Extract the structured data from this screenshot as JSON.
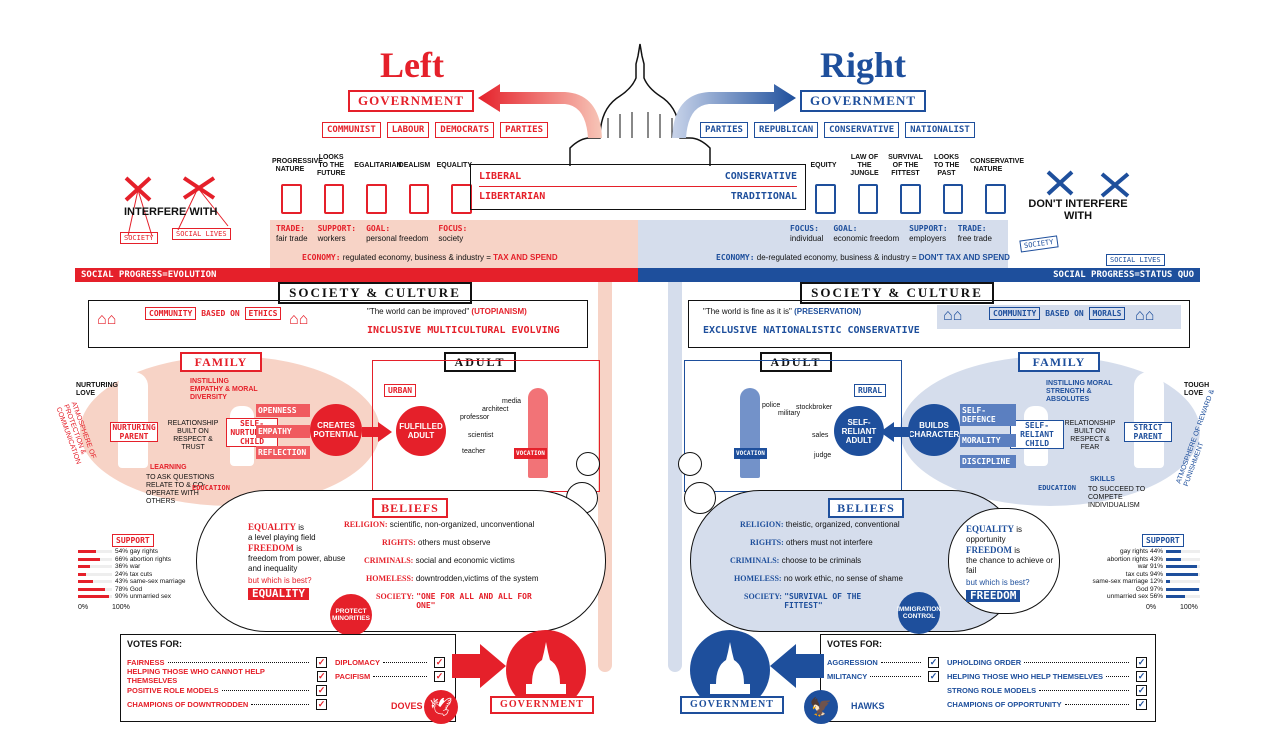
{
  "titles": {
    "left": "Left",
    "right": "Right"
  },
  "government": "GOVERNMENT",
  "left_parties": [
    "COMMUNIST",
    "LABOUR",
    "DEMOCRATS",
    "PARTIES"
  ],
  "right_parties": [
    "PARTIES",
    "REPUBLICAN",
    "CONSERVATIVE",
    "NATIONALIST"
  ],
  "left_pillars": [
    "PROGRESSIVE NATURE",
    "LOOKS TO THE FUTURE",
    "EGALITARIAN",
    "IDEALISM",
    "EQUALITY"
  ],
  "right_pillars": [
    "EQUITY",
    "LAW OF THE JUNGLE",
    "SURVIVAL OF THE FITTEST",
    "LOOKS TO THE PAST",
    "CONSERVATIVE NATURE"
  ],
  "ideologies": {
    "liberal": "LIBERAL",
    "libertarian": "LIBERTARIAN",
    "conservative": "CONSERVATIVE",
    "traditional": "TRADITIONAL"
  },
  "interfere": {
    "left": "INTERFERE WITH",
    "right": "DON'T INTERFERE WITH",
    "society": "SOCIETY",
    "social_lives": "SOCIAL LIVES"
  },
  "left_facts": [
    {
      "k": "TRADE:",
      "v": "fair trade"
    },
    {
      "k": "SUPPORT:",
      "v": "workers"
    },
    {
      "k": "GOAL:",
      "v": "personal freedom"
    },
    {
      "k": "FOCUS:",
      "v": "society"
    }
  ],
  "right_facts": [
    {
      "k": "FOCUS:",
      "v": "individual"
    },
    {
      "k": "GOAL:",
      "v": "economic freedom"
    },
    {
      "k": "SUPPORT:",
      "v": "employers"
    },
    {
      "k": "TRADE:",
      "v": "free trade"
    }
  ],
  "economy": {
    "left_label": "ECONOMY:",
    "left_text": "regulated economy, business & industry =",
    "left_em": "TAX AND SPEND",
    "right_label": "ECONOMY:",
    "right_text": "de-regulated economy, business & industry =",
    "right_em": "DON'T TAX AND SPEND"
  },
  "social_progress": {
    "left": "SOCIAL PROGRESS=EVOLUTION",
    "right": "SOCIAL PROGRESS=STATUS QUO"
  },
  "society_culture": "SOCIETY & CULTURE",
  "left_society": {
    "community": "COMMUNITY",
    "based_on": "BASED ON",
    "basis": "ETHICS",
    "quote": "\"The world can be improved\"",
    "quote_em": "(UTOPIANISM)",
    "values": "INCLUSIVE  MULTICULTURAL  EVOLVING"
  },
  "right_society": {
    "community": "COMMUNITY",
    "based_on": "BASED ON",
    "basis": "MORALS",
    "quote": "\"The world is fine as it is\"",
    "quote_em": "(PRESERVATION)",
    "values": "EXCLUSIVE  NATIONALISTIC  CONSERVATIVE"
  },
  "family": "FAMILY",
  "adult": "ADULT",
  "left_family": {
    "nurturing_love": "NURTURING LOVE",
    "instill": "INSTILLING EMPATHY & MORAL DIVERSITY",
    "parent": "NURTURING PARENT",
    "relationship": "RELATIONSHIP BUILT ON RESPECT & TRUST",
    "child": "SELF-NURTURING CHILD",
    "traits": [
      "OPENNESS",
      "EMPATHY",
      "REFLECTION"
    ],
    "learning": "LEARNING",
    "learning_text": "TO ASK QUESTIONS RELATE TO & CO-OPERATE WITH OTHERS",
    "education": "EDUCATION",
    "atmosphere": "ATMOSPHERE OF PROTECTION & COMMUNICATION",
    "creates": "CREATES POTENTIAL"
  },
  "right_family": {
    "tough_love": "TOUGH LOVE",
    "instill": "INSTILLING MORAL STRENGTH & ABSOLUTES",
    "parent": "STRICT PARENT",
    "relationship": "RELATIONSHIP BUILT ON RESPECT & FEAR",
    "child": "SELF-RELIANT CHILD",
    "traits": [
      "SELF-DEFENCE",
      "MORALITY",
      "DISCIPLINE"
    ],
    "skills": "SKILLS",
    "skills_text": "TO SUCCEED TO COMPETE INDIVIDUALISM",
    "education": "EDUCATION",
    "atmosphere": "ATMOSPHERE OF REWARD & PUNISHMENT",
    "builds": "BUILDS CHARACTER"
  },
  "left_adult": {
    "setting": "URBAN",
    "result": "FULFILLED ADULT",
    "jobs": [
      "architect",
      "media",
      "professor",
      "scientist",
      "teacher"
    ],
    "bag": "VOCATION"
  },
  "right_adult": {
    "setting": "RURAL",
    "result": "SELF-RELIANT ADULT",
    "jobs": [
      "police",
      "military",
      "stockbroker",
      "sales",
      "judge"
    ],
    "bag": "VOCATION"
  },
  "beliefs": "BELIEFS",
  "left_beliefs": [
    {
      "k": "RELIGION:",
      "v": "scientific, non-organized, unconventional"
    },
    {
      "k": "RIGHTS:",
      "v": "others must observe"
    },
    {
      "k": "CRIMINALS:",
      "v": "social and economic victims"
    },
    {
      "k": "HOMELESS:",
      "v": "downtrodden,victims of the system"
    },
    {
      "k": "SOCIETY:",
      "v": "\"ONE FOR ALL AND ALL FOR ONE\""
    }
  ],
  "right_beliefs": [
    {
      "k": "RELIGION:",
      "v": "theistic, organized, conventional"
    },
    {
      "k": "RIGHTS:",
      "v": "others must not interfere"
    },
    {
      "k": "CRIMINALS:",
      "v": "choose to be criminals"
    },
    {
      "k": "HOMELESS:",
      "v": "no work ethic, no sense of shame"
    },
    {
      "k": "SOCIETY:",
      "v": "\"SURVIVAL OF THE FITTEST\""
    }
  ],
  "left_cloud": {
    "eq_k": "EQUALITY",
    "eq_is": "is",
    "eq_v": "a level playing field",
    "fr_k": "FREEDOM",
    "fr_is": "is",
    "fr_v": "freedom from power, abuse and inequality",
    "q": "but which is best?",
    "answer": "EQUALITY",
    "badge": "PROTECT MINORITIES"
  },
  "right_cloud": {
    "eq_k": "EQUALITY",
    "eq_is": "is",
    "eq_v": "opportunity",
    "fr_k": "FREEDOM",
    "fr_is": "is",
    "fr_v": "the chance to achieve or fail",
    "q": "but which is best?",
    "answer": "FREEDOM",
    "badge": "IMMIGRATION CONTROL"
  },
  "support": "SUPPORT",
  "left_support": [
    {
      "pct": 54,
      "label": "54% gay rights"
    },
    {
      "pct": 66,
      "label": "66% abortion rights"
    },
    {
      "pct": 36,
      "label": "36% war"
    },
    {
      "pct": 24,
      "label": "24% tax cuts"
    },
    {
      "pct": 43,
      "label": "43% same-sex marriage"
    },
    {
      "pct": 78,
      "label": "78% God"
    },
    {
      "pct": 90,
      "label": "90% unmarried sex"
    }
  ],
  "right_support": [
    {
      "pct": 44,
      "label": "gay rights 44%"
    },
    {
      "pct": 43,
      "label": "abortion rights 43%"
    },
    {
      "pct": 91,
      "label": "war 91%"
    },
    {
      "pct": 94,
      "label": "tax cuts 94%"
    },
    {
      "pct": 12,
      "label": "same-sex marriage 12%"
    },
    {
      "pct": 97,
      "label": "God 97%"
    },
    {
      "pct": 56,
      "label": "unmarried sex 56%"
    }
  ],
  "axis": {
    "min": "0%",
    "max": "100%"
  },
  "votes_for": "VOTES FOR:",
  "left_votes_a": [
    "FAIRNESS",
    "HELPING THOSE WHO CANNOT HELP THEMSELVES",
    "POSITIVE ROLE MODELS",
    "CHAMPIONS OF DOWNTRODDEN"
  ],
  "left_votes_b": [
    "DIPLOMACY",
    "PACIFISM"
  ],
  "right_votes_a": [
    "AGGRESSION",
    "MILITANCY"
  ],
  "right_votes_b": [
    "UPHOLDING ORDER",
    "HELPING THOSE WHO HELP THEMSELVES",
    "STRONG ROLE MODELS",
    "CHAMPIONS OF OPPORTUNITY"
  ],
  "doves": "DOVES",
  "hawks": "HAWKS",
  "check": "✓",
  "colors": {
    "red": "#e5202a",
    "blue": "#1e4f9c",
    "pink": "#f7d3c6",
    "lightblue": "#d5ddec"
  }
}
